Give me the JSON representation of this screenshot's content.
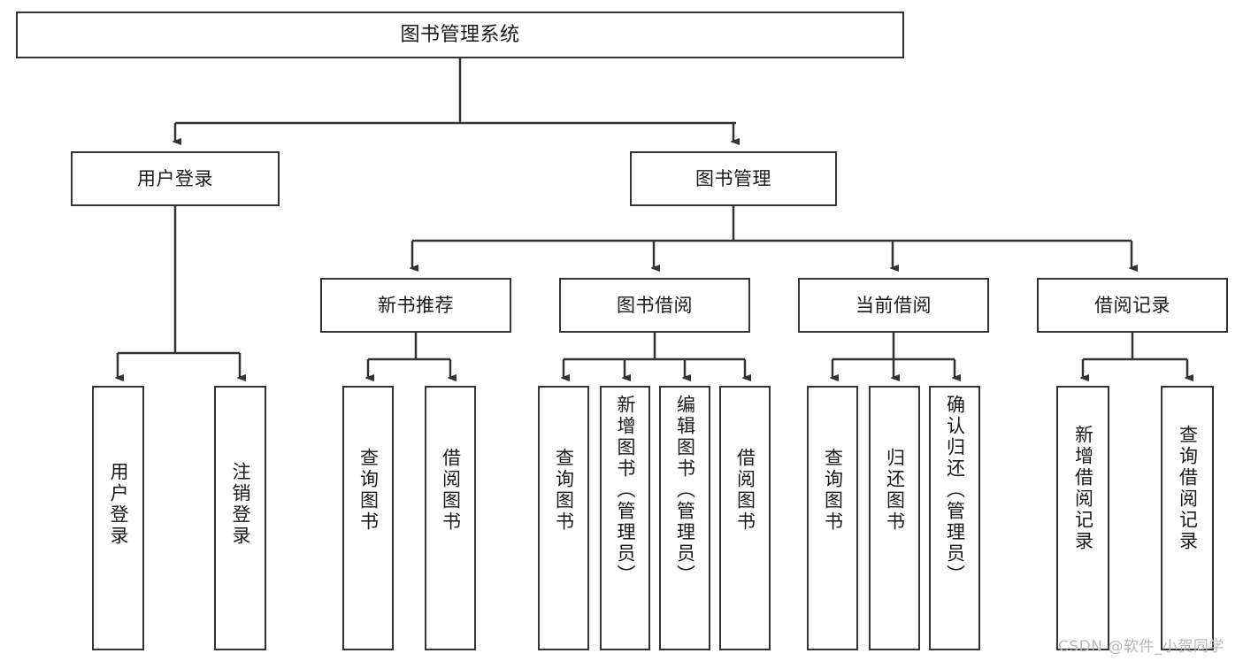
{
  "diagram": {
    "title": "图书管理系统",
    "type": "hierarchy-tree",
    "root": {
      "label": "图书管理系统"
    },
    "level2": [
      {
        "id": "user-login",
        "label": "用户登录"
      },
      {
        "id": "book-manage",
        "label": "图书管理"
      }
    ],
    "level3": [
      {
        "id": "new-book-recommend",
        "label": "新书推荐",
        "parent": "book-manage"
      },
      {
        "id": "book-borrow",
        "label": "图书借阅",
        "parent": "book-manage"
      },
      {
        "id": "current-borrow",
        "label": "当前借阅",
        "parent": "book-manage"
      },
      {
        "id": "borrow-record",
        "label": "借阅记录",
        "parent": "book-manage"
      }
    ],
    "leaves": [
      {
        "id": "leaf-user-login",
        "label": "用户登录",
        "parent": "user-login"
      },
      {
        "id": "leaf-user-logout",
        "label": "注销登录",
        "parent": "user-login"
      },
      {
        "id": "leaf-query-book-1",
        "label": "查询图书",
        "parent": "new-book-recommend"
      },
      {
        "id": "leaf-borrow-book-1",
        "label": "借阅图书",
        "parent": "new-book-recommend"
      },
      {
        "id": "leaf-query-book-2",
        "label": "查询图书",
        "parent": "book-borrow"
      },
      {
        "id": "leaf-add-book",
        "label": "新增图书（管理员）",
        "parent": "book-borrow"
      },
      {
        "id": "leaf-edit-book",
        "label": "编辑图书（管理员）",
        "parent": "book-borrow"
      },
      {
        "id": "leaf-borrow-book-2",
        "label": "借阅图书",
        "parent": "book-borrow"
      },
      {
        "id": "leaf-query-book-3",
        "label": "查询图书",
        "parent": "current-borrow"
      },
      {
        "id": "leaf-return-book",
        "label": "归还图书",
        "parent": "current-borrow"
      },
      {
        "id": "leaf-confirm-return",
        "label": "确认归还（管理员）",
        "parent": "current-borrow"
      },
      {
        "id": "leaf-add-record",
        "label": "新增借阅记录",
        "parent": "borrow-record"
      },
      {
        "id": "leaf-query-record",
        "label": "查询借阅记录",
        "parent": "borrow-record"
      }
    ],
    "watermark": "CSDN @软件_小贺同学",
    "colors": {
      "stroke": "#333333",
      "fill": "#ffffff",
      "text": "#1a1a1a",
      "watermark": "#b9b9b9"
    }
  }
}
